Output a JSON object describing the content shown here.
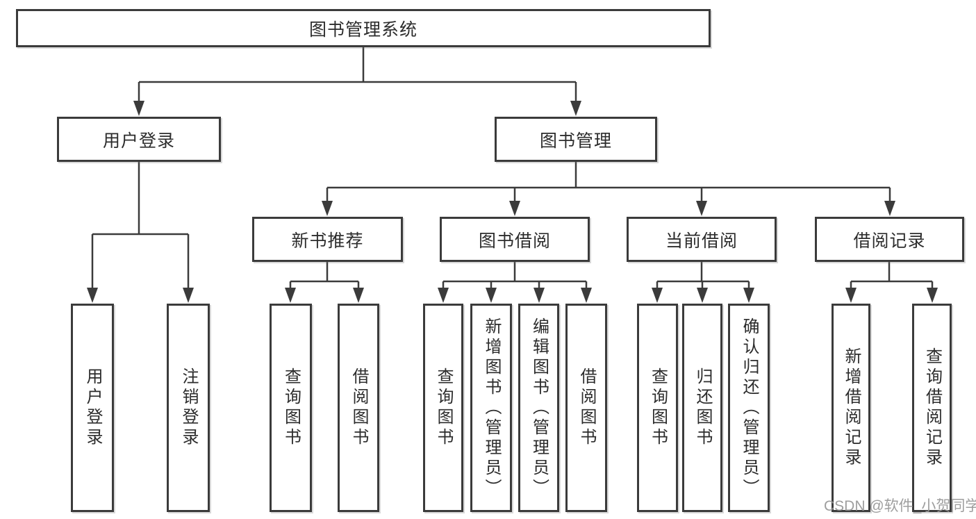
{
  "diagram": {
    "root": {
      "label": "图书管理系统"
    },
    "level2": [
      {
        "label": "用户登录"
      },
      {
        "label": "图书管理"
      }
    ],
    "level3": [
      {
        "label": "新书推荐"
      },
      {
        "label": "图书借阅"
      },
      {
        "label": "当前借阅"
      },
      {
        "label": "借阅记录"
      }
    ],
    "leaves": [
      {
        "label": "用户登录"
      },
      {
        "label": "注销登录"
      },
      {
        "label": "查询图书"
      },
      {
        "label": "借阅图书"
      },
      {
        "label": "查询图书"
      },
      {
        "label": "新增图书（管理员）"
      },
      {
        "label": "编辑图书（管理员）"
      },
      {
        "label": "借阅图书"
      },
      {
        "label": "查询图书"
      },
      {
        "label": "归还图书"
      },
      {
        "label": "确认归还（管理员）"
      },
      {
        "label": "新增借阅记录"
      },
      {
        "label": "查询借阅记录"
      }
    ],
    "watermark": "CSDN @软件_小贺同学",
    "colors": {
      "line": "#3b3b3b",
      "text": "#2c2c2c",
      "watermark": "#969696",
      "background": "#ffffff"
    }
  }
}
